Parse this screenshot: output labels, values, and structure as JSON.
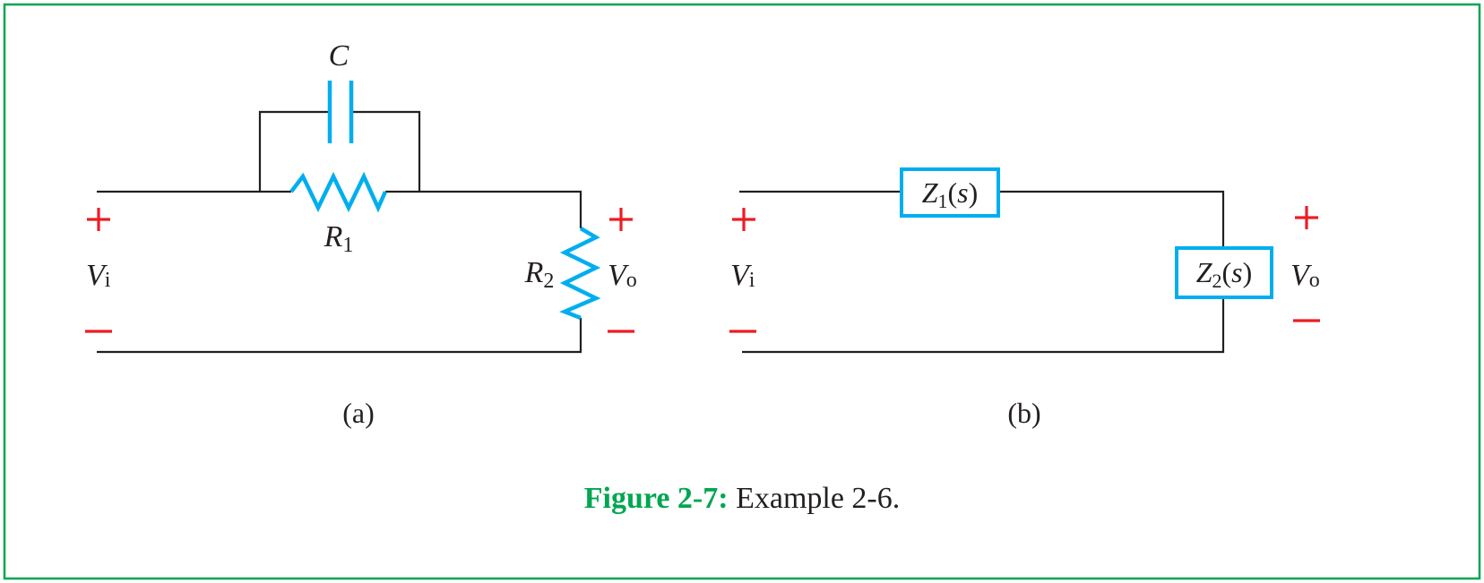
{
  "colors": {
    "border": "#00a651",
    "component": "#00aeef",
    "polarity": "#ed1c24",
    "wire": "#231f20",
    "caption_label": "#00a651"
  },
  "circuit_a": {
    "label": "(a)",
    "capacitor": {
      "symbol": "C"
    },
    "r1": {
      "symbol": "R",
      "sub": "1"
    },
    "r2": {
      "symbol": "R",
      "sub": "2"
    },
    "input": {
      "symbol": "V",
      "sub": "i",
      "plus": "+",
      "minus": "−"
    },
    "output": {
      "symbol": "V",
      "sub": "o",
      "plus": "+",
      "minus": "−"
    }
  },
  "circuit_b": {
    "label": "(b)",
    "z1": {
      "symbol": "Z",
      "sub": "1",
      "arg_open": "(",
      "arg": "s",
      "arg_close": ")"
    },
    "z2": {
      "symbol": "Z",
      "sub": "2",
      "arg_open": "(",
      "arg": "s",
      "arg_close": ")"
    },
    "input": {
      "symbol": "V",
      "sub": "i",
      "plus": "+",
      "minus": "−"
    },
    "output": {
      "symbol": "V",
      "sub": "o",
      "plus": "+",
      "minus": "−"
    }
  },
  "caption": {
    "label": "Figure 2-7:",
    "text": " Example 2-6."
  }
}
